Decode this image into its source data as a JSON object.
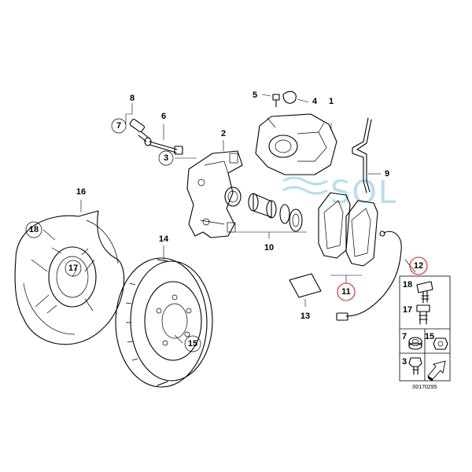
{
  "watermark": "SOL",
  "reference_code": "00170295",
  "callouts": {
    "c1": "1",
    "c2": "2",
    "c3": "3",
    "c4": "4",
    "c5": "5",
    "c6": "6",
    "c7": "7",
    "c8": "8",
    "c9": "9",
    "c10": "10",
    "c11": "11",
    "c12": "12",
    "c13": "13",
    "c14": "14",
    "c15": "15",
    "c16": "16",
    "c17": "17",
    "c18": "18"
  },
  "legend_box": {
    "r18": "18",
    "r17": "17",
    "r7": "7",
    "r15": "15",
    "r3": "3"
  },
  "highlight_color": "#e0201c"
}
